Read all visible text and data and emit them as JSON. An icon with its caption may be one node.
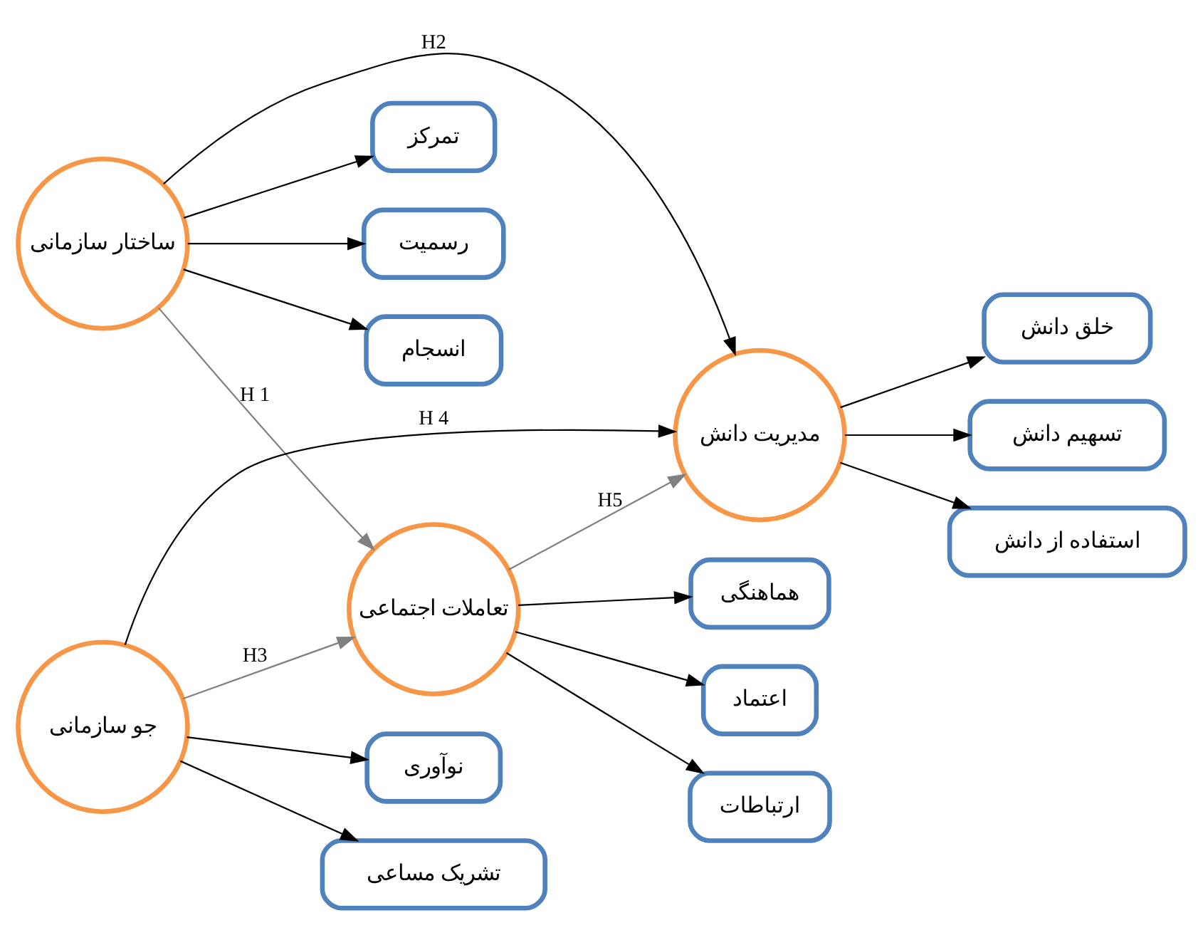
{
  "diagram": {
    "nodes": [
      {
        "text": [
          "تمرکز"
        ]
      },
      {
        "text": [
          "رسمیت"
        ]
      },
      {
        "text": [
          "انسجام"
        ]
      },
      {
        "text": [
          "ساختار سازمانی"
        ]
      },
      {
        "text": [
          "نوآوری"
        ]
      },
      {
        "text": [
          "تشریک مساعی"
        ]
      },
      {
        "text": [
          "جو سازمانی"
        ]
      },
      {
        "text": [
          "تعاملات اجتماعی"
        ]
      },
      {
        "text": [
          "مدیریت دانش"
        ]
      },
      {
        "text": [
          "اعتماد"
        ]
      },
      {
        "text": [
          "ارتباطات"
        ]
      },
      {
        "text": [
          "هماهنگی"
        ]
      },
      {
        "text": [
          "خلق دانش"
        ]
      },
      {
        "text": [
          "تسهیم دانش"
        ]
      },
      {
        "text": [
          "استفاده از دانش"
        ]
      }
    ],
    "edges": [
      {
        "from": 3,
        "to": 0,
        "arrow": "to"
      },
      {
        "from": 3,
        "to": 1,
        "arrow": "to"
      },
      {
        "from": 3,
        "to": 2,
        "arrow": "to"
      },
      {
        "from": 3,
        "to": 8,
        "arrow": "to",
        "label": "H2"
      },
      {
        "from": 3,
        "to": 7,
        "arrow": "to",
        "label": "H 1",
        "color": "#808080"
      },
      {
        "from": 6,
        "to": 4,
        "arrow": "to"
      },
      {
        "from": 6,
        "to": 5,
        "arrow": "to"
      },
      {
        "from": 6,
        "to": 7,
        "arrow": "to",
        "label": "H3",
        "color": "#808080"
      },
      {
        "from": 6,
        "to": 8,
        "arrow": "to",
        "label": "H 4"
      },
      {
        "from": 7,
        "to": 8,
        "arrow": "to",
        "label": "H5",
        "color": "#808080"
      },
      {
        "from": 7,
        "to": 9,
        "arrow": "to"
      },
      {
        "from": 7,
        "to": 10,
        "arrow": "to"
      },
      {
        "from": 7,
        "to": 11,
        "arrow": "to"
      },
      {
        "from": 8,
        "to": 12,
        "arrow": "to"
      },
      {
        "from": 8,
        "to": 13,
        "arrow": "to"
      },
      {
        "from": 8,
        "to": 14,
        "arrow": "to"
      }
    ]
  }
}
